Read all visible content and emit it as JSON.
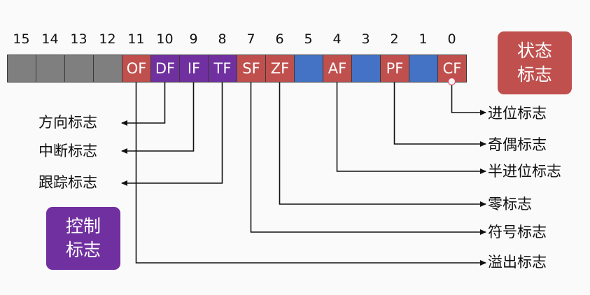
{
  "bit_numbers": [
    "15",
    "14",
    "13",
    "12",
    "11",
    "10",
    "9",
    "8",
    "7",
    "6",
    "5",
    "4",
    "3",
    "2",
    "1",
    "0"
  ],
  "cells": [
    {
      "bit": "15",
      "label": "",
      "color": "#7f7f7f"
    },
    {
      "bit": "14",
      "label": "",
      "color": "#7f7f7f"
    },
    {
      "bit": "13",
      "label": "",
      "color": "#7f7f7f"
    },
    {
      "bit": "12",
      "label": "",
      "color": "#7f7f7f"
    },
    {
      "bit": "11",
      "label": "OF",
      "color": "#c0504d"
    },
    {
      "bit": "10",
      "label": "DF",
      "color": "#7030a0"
    },
    {
      "bit": "9",
      "label": "IF",
      "color": "#7030a0"
    },
    {
      "bit": "8",
      "label": "TF",
      "color": "#7030a0"
    },
    {
      "bit": "7",
      "label": "SF",
      "color": "#c0504d"
    },
    {
      "bit": "6",
      "label": "ZF",
      "color": "#c0504d"
    },
    {
      "bit": "5",
      "label": "",
      "color": "#4472c4"
    },
    {
      "bit": "4",
      "label": "AF",
      "color": "#c0504d"
    },
    {
      "bit": "3",
      "label": "",
      "color": "#4472c4"
    },
    {
      "bit": "2",
      "label": "PF",
      "color": "#c0504d"
    },
    {
      "bit": "1",
      "label": "",
      "color": "#4472c4"
    },
    {
      "bit": "0",
      "label": "CF",
      "color": "#c0504d"
    }
  ],
  "status_box": {
    "line1": "状态",
    "line2": "标志",
    "color": "#c0504d"
  },
  "control_box": {
    "line1": "控制",
    "line2": "标志",
    "color": "#7030a0"
  },
  "control_flags": [
    {
      "flag": "DF",
      "name": "方向标志"
    },
    {
      "flag": "IF",
      "name": "中断标志"
    },
    {
      "flag": "TF",
      "name": "跟踪标志"
    }
  ],
  "status_flags": [
    {
      "flag": "CF",
      "name": "进位标志"
    },
    {
      "flag": "PF",
      "name": "奇偶标志"
    },
    {
      "flag": "AF",
      "name": "半进位标志"
    },
    {
      "flag": "ZF",
      "name": "零标志"
    },
    {
      "flag": "SF",
      "name": "符号标志"
    },
    {
      "flag": "OF",
      "name": "溢出标志"
    }
  ],
  "line_color": "#111111"
}
